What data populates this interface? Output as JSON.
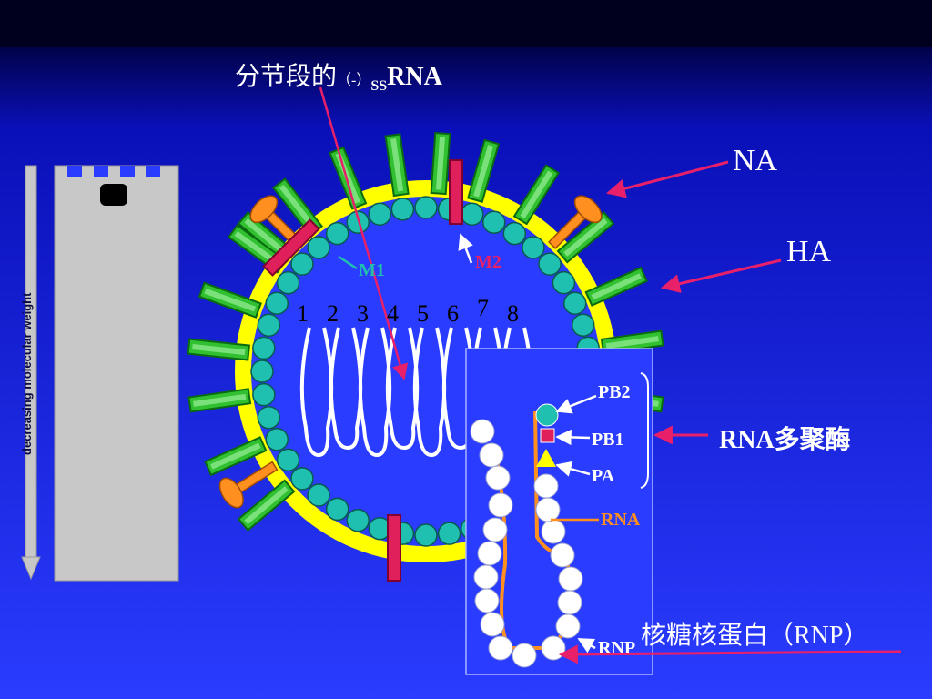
{
  "title": {
    "main": "分节段的",
    "paren": "（-）",
    "sub": "SS",
    "tail": "RNA"
  },
  "labels": {
    "na": "NA",
    "ha": "HA",
    "m1": "M1",
    "m2": "M2",
    "pb2": "PB2",
    "pb1": "PB1",
    "pa": "PA",
    "rna": "RNA",
    "rnp_small": "RNP",
    "polymerase": "RNA多聚酶",
    "rnp_full": "核糖核蛋白（RNP）",
    "gel_axis": "decreasing molecular weight"
  },
  "segments": [
    "1",
    "2",
    "3",
    "4",
    "5",
    "6",
    "7",
    "8"
  ],
  "colors": {
    "background": "#2a3cff",
    "envelope": "#ffff00",
    "m1_protein": "#20c0b0",
    "ha_spike": "#30c030",
    "na_spike": "#ff9020",
    "m2_channel": "#e0205a",
    "arrow": "#e8206a",
    "gel": "#c8c8c8"
  }
}
